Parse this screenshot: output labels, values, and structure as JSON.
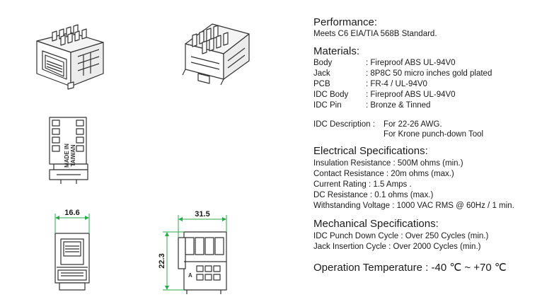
{
  "drawings": {
    "side_width_dim": "16.6",
    "side_height_dim": "22.3",
    "rear_width_dim": "31.5",
    "pcb_text_line1": "MADE IN",
    "pcb_text_line2": "TAIWAN",
    "pcb_marker": "A",
    "line_color": "#333333",
    "dim_color": "#2aa84a"
  },
  "performance": {
    "heading": "Performance:",
    "text": "Meets C6 EIA/TIA 568B Standard."
  },
  "materials": {
    "heading": "Materials:",
    "items": [
      {
        "label": "Body",
        "value": ": Fireproof ABS UL-94V0"
      },
      {
        "label": "Jack",
        "value": ": 8P8C 50 micro inches gold plated"
      },
      {
        "label": "PCB",
        "value": ": FR-4 / UL-94V0"
      },
      {
        "label": "IDC Body",
        "value": ": Fireproof ABS UL-94V0"
      },
      {
        "label": "IDC Pin",
        "value": ": Bronze & Tinned"
      }
    ]
  },
  "idc": {
    "label": "IDC Description :",
    "line1": "For 22-26 AWG.",
    "line2": "For Krone punch-down Tool"
  },
  "electrical": {
    "heading": "Electrical Specifications:",
    "lines": [
      "Insulation Resistance : 500M ohms (min.)",
      "Contact Resistance : 20m ohms (max.)",
      "Current Rating : 1.5 Amps .",
      "DC Resistance : 0.1 ohms (max.)",
      "Withstanding Voltage : 1000 VAC RMS @ 60Hz / 1 min."
    ]
  },
  "mechanical": {
    "heading": "Mechanical Specifications:",
    "lines": [
      "IDC Punch Down Cycle : Over 250 Cycles (min.)",
      "Jack Insertion Cycle : Over 2000 Cycles (min.)"
    ]
  },
  "operation": {
    "text": "Operation Temperature : -40 ℃ ~ +70 ℃"
  }
}
